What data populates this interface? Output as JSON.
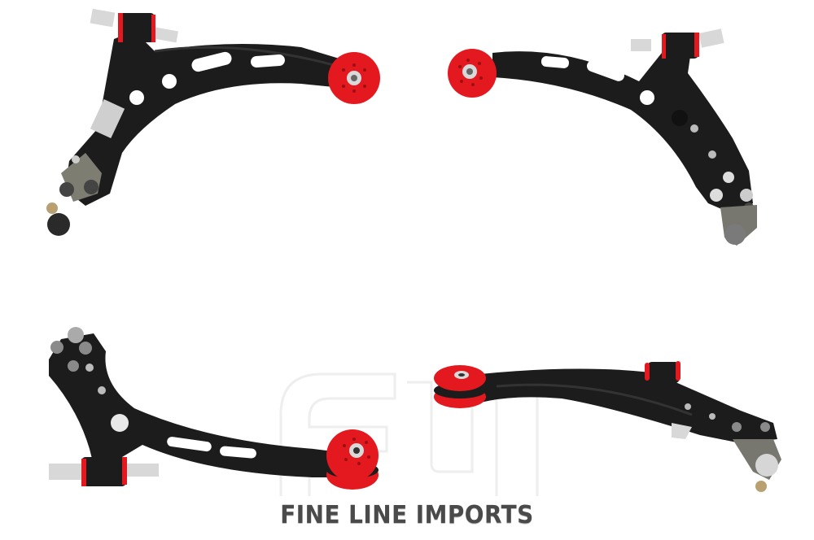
{
  "image": {
    "subject": "Front lower control arms with red polyurethane bushings, four views",
    "background": "#ffffff",
    "colors": {
      "arm_body": "#1c1c1c",
      "bushing_red": "#e3191f",
      "metal": "#c9c9c9",
      "watermark": "#efefef",
      "brand_text": "#4a4a4a"
    },
    "views": [
      {
        "position": "top-left",
        "label": "control-arm-view-1"
      },
      {
        "position": "top-right",
        "label": "control-arm-view-2"
      },
      {
        "position": "bottom-left",
        "label": "control-arm-view-3"
      },
      {
        "position": "bottom-right",
        "label": "control-arm-view-4"
      }
    ]
  },
  "watermark": {
    "logo_letters": "FLI",
    "brand_text": "FINE LINE IMPORTS"
  }
}
